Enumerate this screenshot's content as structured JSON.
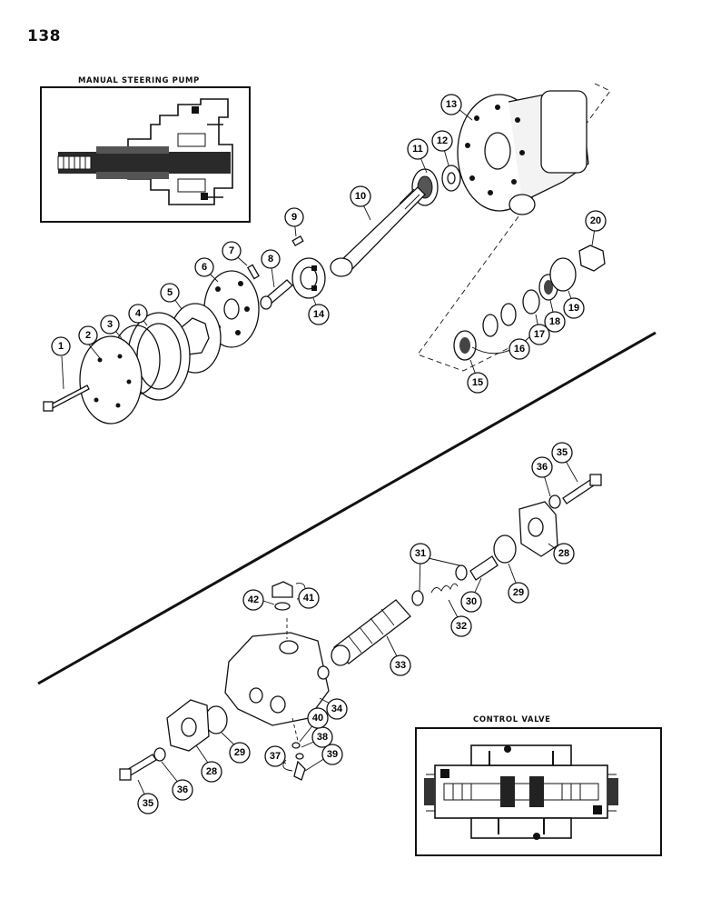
{
  "page": {
    "number": "138"
  },
  "insets": {
    "pump": {
      "title": "MANUAL STEERING PUMP"
    },
    "valve": {
      "title": "CONTROL  VALVE"
    }
  },
  "callouts": [
    {
      "id": "1",
      "label": "1"
    },
    {
      "id": "2",
      "label": "2"
    },
    {
      "id": "3",
      "label": "3"
    },
    {
      "id": "4",
      "label": "4"
    },
    {
      "id": "5",
      "label": "5"
    },
    {
      "id": "6",
      "label": "6"
    },
    {
      "id": "7",
      "label": "7"
    },
    {
      "id": "8",
      "label": "8"
    },
    {
      "id": "9",
      "label": "9"
    },
    {
      "id": "10",
      "label": "10"
    },
    {
      "id": "11",
      "label": "11"
    },
    {
      "id": "12",
      "label": "12"
    },
    {
      "id": "13",
      "label": "13"
    },
    {
      "id": "14",
      "label": "14"
    },
    {
      "id": "15",
      "label": "15"
    },
    {
      "id": "16",
      "label": "16"
    },
    {
      "id": "17",
      "label": "17"
    },
    {
      "id": "18",
      "label": "18"
    },
    {
      "id": "19",
      "label": "19"
    },
    {
      "id": "20",
      "label": "20"
    },
    {
      "id": "28a",
      "label": "28"
    },
    {
      "id": "28b",
      "label": "28"
    },
    {
      "id": "29a",
      "label": "29"
    },
    {
      "id": "29b",
      "label": "29"
    },
    {
      "id": "30",
      "label": "30"
    },
    {
      "id": "31",
      "label": "31"
    },
    {
      "id": "32",
      "label": "32"
    },
    {
      "id": "33",
      "label": "33"
    },
    {
      "id": "34",
      "label": "34"
    },
    {
      "id": "35a",
      "label": "35"
    },
    {
      "id": "35b",
      "label": "35"
    },
    {
      "id": "36a",
      "label": "36"
    },
    {
      "id": "36b",
      "label": "36"
    },
    {
      "id": "37",
      "label": "37"
    },
    {
      "id": "38",
      "label": "38"
    },
    {
      "id": "39",
      "label": "39"
    },
    {
      "id": "40",
      "label": "40"
    },
    {
      "id": "41",
      "label": "41"
    },
    {
      "id": "42",
      "label": "42"
    }
  ]
}
